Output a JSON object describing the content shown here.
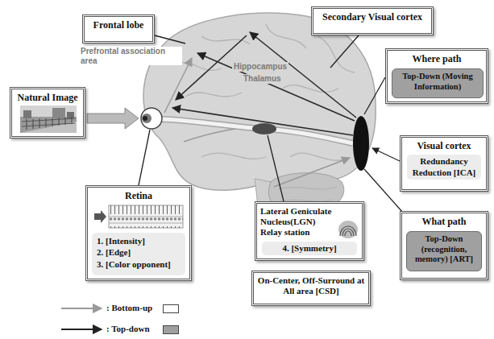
{
  "diagram": {
    "nodes": [
      {
        "text": [
          "Frontal lobe"
        ]
      },
      {
        "text": [
          "Secondary Visual cortex"
        ]
      },
      {
        "text": [
          "Where path"
        ]
      },
      {
        "text": [
          "Top-Down (Moving Information)"
        ],
        "in": 2
      },
      {
        "text": [
          "Natural Image"
        ]
      },
      {
        "text": [
          "Visual cortex",
          "Redundancy Reduction [ICA]"
        ]
      },
      {
        "text": [
          "Retina"
        ]
      },
      {
        "text": [
          "1. [Intensity]",
          "2. [Edge]",
          "3. [Color opponent]"
        ],
        "in": 6
      },
      {
        "text": [
          "Lateral Geniculate Nucleus(LGN) Relay station",
          "4. [Symmetry]"
        ]
      },
      {
        "text": [
          "What path"
        ]
      },
      {
        "text": [
          "Top-Down (recognition, memory) [ART]"
        ],
        "in": 9
      },
      {
        "text": [
          "On-Center, Off-Surround at All area [CSD]"
        ]
      }
    ],
    "labels": [
      "Prefrontal association area",
      "Hippocampus",
      "Thalamus"
    ],
    "legend": [
      {
        "text": ": Bottom-up",
        "color": "#ffffff"
      },
      {
        "text": ": Top-down",
        "color": "#a0a0a0"
      }
    ]
  }
}
